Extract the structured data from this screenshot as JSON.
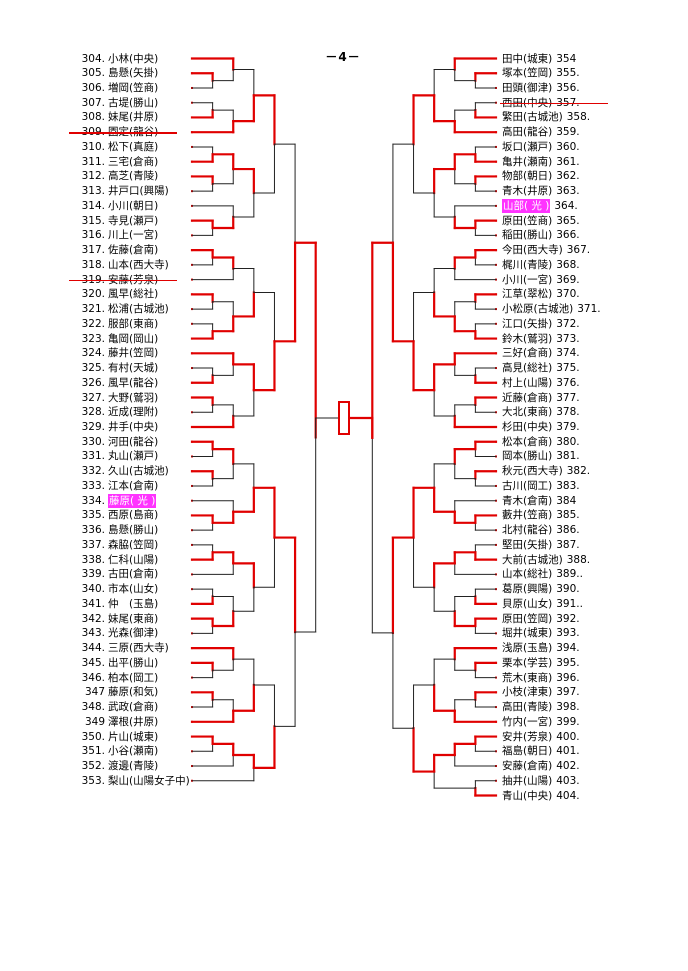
{
  "page_title": "－4－",
  "colors": {
    "win_line": "#e00000",
    "loss_line": "#222222",
    "highlight": "#ff33ff",
    "strike": "#e00000"
  },
  "left_entries": [
    {
      "num": "304.",
      "name": "小林(中央)"
    },
    {
      "num": "305.",
      "name": "島懸(矢掛)"
    },
    {
      "num": "306.",
      "name": "増岡(笠商)"
    },
    {
      "num": "307.",
      "name": "古堤(勝山)"
    },
    {
      "num": "308.",
      "name": "妹尾(井原)"
    },
    {
      "num": "309.",
      "name": "園定(龍谷)",
      "struck": true
    },
    {
      "num": "310.",
      "name": "松下(真庭)"
    },
    {
      "num": "311.",
      "name": "三宅(倉商)"
    },
    {
      "num": "312.",
      "name": "高芝(青陵)"
    },
    {
      "num": "313.",
      "name": "井戸口(興陽)"
    },
    {
      "num": "314.",
      "name": "小川(朝日)"
    },
    {
      "num": "315.",
      "name": "寺見(瀬戸)"
    },
    {
      "num": "316.",
      "name": "川上(一宮)"
    },
    {
      "num": "317.",
      "name": "佐藤(倉南)"
    },
    {
      "num": "318.",
      "name": "山本(西大寺)"
    },
    {
      "num": "319.",
      "name": "安藤(芳泉)",
      "struck": true
    },
    {
      "num": "320.",
      "name": "風早(総社)"
    },
    {
      "num": "321.",
      "name": "松浦(古城池)"
    },
    {
      "num": "322.",
      "name": "服部(東商)"
    },
    {
      "num": "323.",
      "name": "亀岡(岡山)"
    },
    {
      "num": "324.",
      "name": "藤井(笠岡)"
    },
    {
      "num": "325.",
      "name": "有村(天城)"
    },
    {
      "num": "326.",
      "name": "風早(龍谷)"
    },
    {
      "num": "327.",
      "name": "大野(鷲羽)"
    },
    {
      "num": "328.",
      "name": "近成(理附)"
    },
    {
      "num": "329.",
      "name": "井手(中央)"
    },
    {
      "num": "330.",
      "name": "河田(龍谷)"
    },
    {
      "num": "331.",
      "name": "丸山(瀬戸)"
    },
    {
      "num": "332.",
      "name": "久山(古城池)"
    },
    {
      "num": "333.",
      "name": "江本(倉南)"
    },
    {
      "num": "334.",
      "name": "藤原( 光 )",
      "hl": true
    },
    {
      "num": "335.",
      "name": "西原(島商)"
    },
    {
      "num": "336.",
      "name": "島懸(勝山)"
    },
    {
      "num": "337.",
      "name": "森脇(笠岡)"
    },
    {
      "num": "338.",
      "name": "仁科(山陽)"
    },
    {
      "num": "339.",
      "name": "古田(倉南)"
    },
    {
      "num": "340.",
      "name": "市本(山女)"
    },
    {
      "num": "341.",
      "name": "仲　(玉島)"
    },
    {
      "num": "342.",
      "name": " 妹尾(東商)"
    },
    {
      "num": "343.",
      "name": "光森(御津)"
    },
    {
      "num": "344.",
      "name": "三原(西大寺)"
    },
    {
      "num": "345.",
      "name": "出平(勝山)"
    },
    {
      "num": "346.",
      "name": "柏本(岡工)"
    },
    {
      "num": "347",
      "name": "藤原(和気)"
    },
    {
      "num": "348.",
      "name": "武政(倉商)"
    },
    {
      "num": "349",
      "name": "澤根(井原)"
    },
    {
      "num": "350.",
      "name": "片山(城東)"
    },
    {
      "num": "351.",
      "name": "小谷(瀬南)"
    },
    {
      "num": "352.",
      "name": "渡邊(青陵)"
    },
    {
      "num": "353.",
      "name": "梨山(山陽女子中)"
    }
  ],
  "right_entries": [
    {
      "num": "354",
      "name": "田中(城東)"
    },
    {
      "num": "355.",
      "name": "塚本(笠岡)"
    },
    {
      "num": "356.",
      "name": "田頭(御津)"
    },
    {
      "num": "357.",
      "name": "西田(中央)",
      "struck": true
    },
    {
      "num": "358.",
      "name": "繁田(古城池)"
    },
    {
      "num": "359.",
      "name": "高田(龍谷)"
    },
    {
      "num": "360.",
      "name": "坂口(瀬戸)"
    },
    {
      "num": "361.",
      "name": "亀井(瀬南)"
    },
    {
      "num": "362.",
      "name": "物部(朝日)"
    },
    {
      "num": "363.",
      "name": "青木(井原)"
    },
    {
      "num": "364.",
      "name": "山部( 光 )",
      "hl": true
    },
    {
      "num": "365.",
      "name": "原田(笠商)"
    },
    {
      "num": "366.",
      "name": "稲田(勝山)"
    },
    {
      "num": "367.",
      "name": "今田(西大寺)"
    },
    {
      "num": "368.",
      "name": "梶川(青陵)"
    },
    {
      "num": "369.",
      "name": "小川(一宮)"
    },
    {
      "num": "370.",
      "name": "江草(翠松)"
    },
    {
      "num": "371.",
      "name": "小松原(古城池)"
    },
    {
      "num": "372.",
      "name": "江口(矢掛)"
    },
    {
      "num": "373.",
      "name": "鈴木(鷲羽)"
    },
    {
      "num": "374.",
      "name": "三好(倉商)"
    },
    {
      "num": "375.",
      "name": "高見(総社)"
    },
    {
      "num": "376.",
      "name": "村上(山陽)"
    },
    {
      "num": "377.",
      "name": "近藤(倉商)"
    },
    {
      "num": "378.",
      "name": "大北(東商)"
    },
    {
      "num": "379.",
      "name": "杉田(中央)"
    },
    {
      "num": "380.",
      "name": "松本(倉商)"
    },
    {
      "num": "381.",
      "name": "岡本(勝山)"
    },
    {
      "num": "382.",
      "name": "秋元(西大寺)"
    },
    {
      "num": "383.",
      "name": "古川(岡工)"
    },
    {
      "num": "384",
      "name": "青木(倉南)"
    },
    {
      "num": "385.",
      "name": "藪井(笠商)"
    },
    {
      "num": "386.",
      "name": "北村(龍谷)"
    },
    {
      "num": "387.",
      "name": "堅田(矢掛)"
    },
    {
      "num": "388.",
      "name": "大前(古城池)"
    },
    {
      "num": "389..",
      "name": "山本(総社)"
    },
    {
      "num": "390.",
      "name": "葛原(興陽)"
    },
    {
      "num": "391..",
      "name": "貝原(山女)"
    },
    {
      "num": "392.",
      "name": "原田(笠岡)"
    },
    {
      "num": "393.",
      "name": "堀井(城東)"
    },
    {
      "num": "394.",
      "name": "浅原(玉島)"
    },
    {
      "num": "395.",
      "name": "栗本(学芸)"
    },
    {
      "num": "396.",
      "name": "荒木(東商)"
    },
    {
      "num": "397.",
      "name": "小枝(津東)"
    },
    {
      "num": "398.",
      "name": "高田(青陵)"
    },
    {
      "num": "399.",
      "name": "竹内(一宮)"
    },
    {
      "num": "400.",
      "name": "安井(芳泉)"
    },
    {
      "num": "401.",
      "name": "福島(朝日)"
    },
    {
      "num": "402.",
      "name": "安藤(倉南)"
    },
    {
      "num": "403.",
      "name": "抽井(山陽)"
    },
    {
      "num": "404.",
      "name": "青山(中央)"
    }
  ]
}
